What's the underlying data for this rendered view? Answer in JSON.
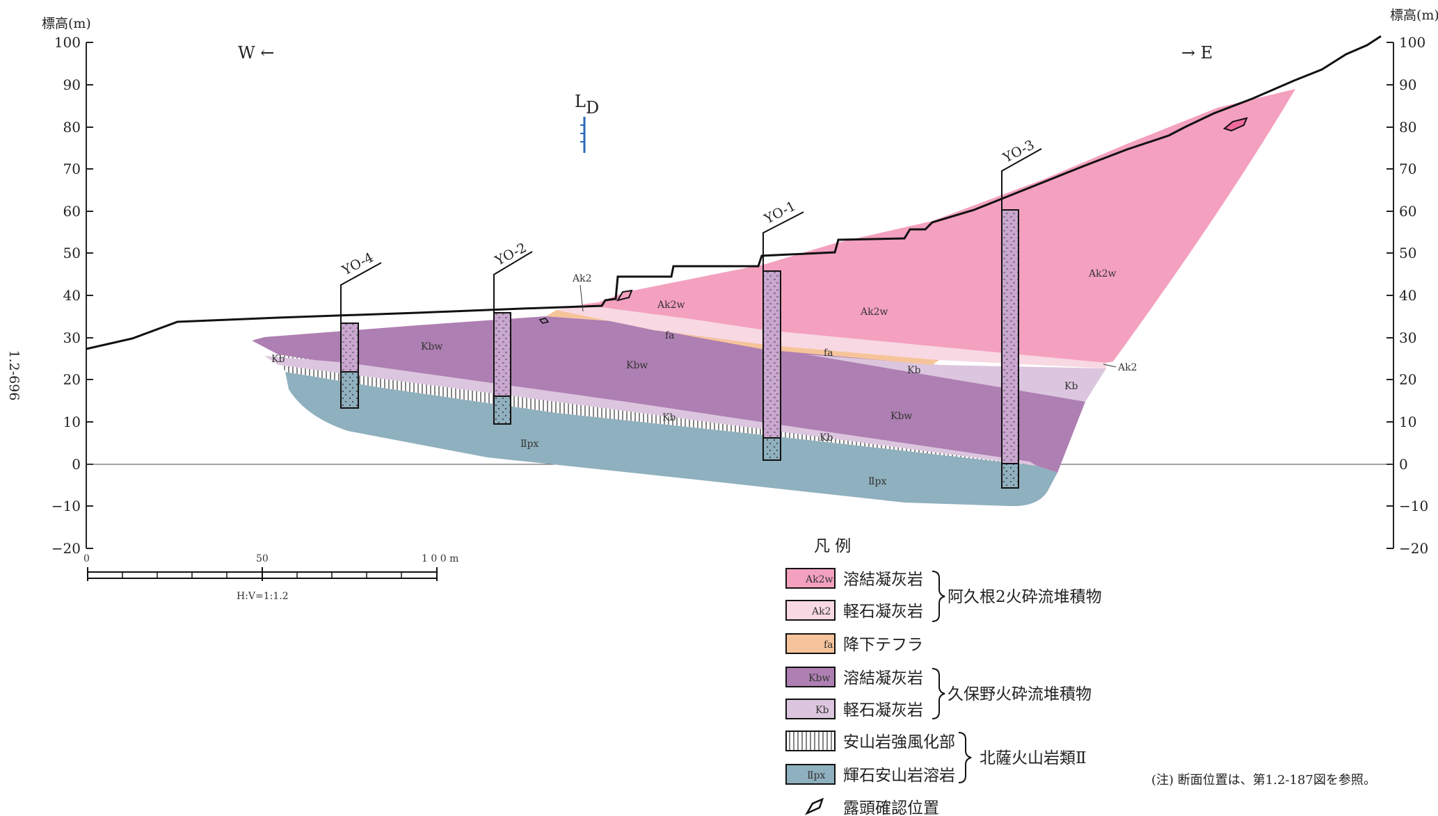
{
  "page_number": "1.2-696",
  "axis": {
    "left_label": "標高(m)",
    "right_label": "標高(m)",
    "ticks": [
      "100",
      "90",
      "80",
      "70",
      "60",
      "50",
      "40",
      "30",
      "20",
      "10",
      "0",
      "−10",
      "−20"
    ]
  },
  "directions": {
    "west": "W ←",
    "east": "→ E"
  },
  "fault_mark": {
    "main": "L",
    "sub": "D"
  },
  "boreholes": [
    "YO-4",
    "YO-2",
    "YO-1",
    "YO-3"
  ],
  "unit_labels": {
    "ak2w_a": "Ak2w",
    "ak2w_b": "Ak2w",
    "ak2w_c": "Ak2w",
    "ak2_a": "Ak2",
    "ak2_b": "Ak2",
    "fa_a": "fa",
    "fa_b": "fa",
    "kbw_a": "Kbw",
    "kbw_b": "Kbw",
    "kbw_c": "Kbw",
    "kb_a": "Kb",
    "kb_b": "Kb",
    "kb_c": "Kb",
    "kb_d": "Kb",
    "kb_e": "Kb",
    "px_a": "Ⅱpx",
    "px_b": "Ⅱpx"
  },
  "scale": {
    "start": "0",
    "mid": "50",
    "end": "1 0 0 m",
    "ratio": "H:V=1:1.2"
  },
  "legend": {
    "title": "凡 例",
    "items": [
      {
        "code": "Ak2w",
        "name": "溶結凝灰岩",
        "color": "#f4a0bf"
      },
      {
        "code": "Ak2",
        "name": "軽石凝灰岩",
        "color": "#f8d8e2"
      },
      {
        "code": "fa",
        "name": "降下テフラ",
        "color": "#f6c49a"
      },
      {
        "code": "Kbw",
        "name": "溶結凝灰岩",
        "color": "#ae7fb2"
      },
      {
        "code": "Kb",
        "name": "軽石凝灰岩",
        "color": "#dcc6df"
      },
      {
        "code": "",
        "name": "安山岩強風化部",
        "color": "#ffffff"
      },
      {
        "code": "Ⅱpx",
        "name": "輝石安山岩溶岩",
        "color": "#8fb0be"
      }
    ],
    "groups": [
      "阿久根2火砕流堆積物",
      "久保野火砕流堆積物",
      "北薩火山岩類Ⅱ"
    ],
    "outcrop": "露頭確認位置"
  },
  "note": "(注) 断面位置は、第1.2-187図を参照。"
}
